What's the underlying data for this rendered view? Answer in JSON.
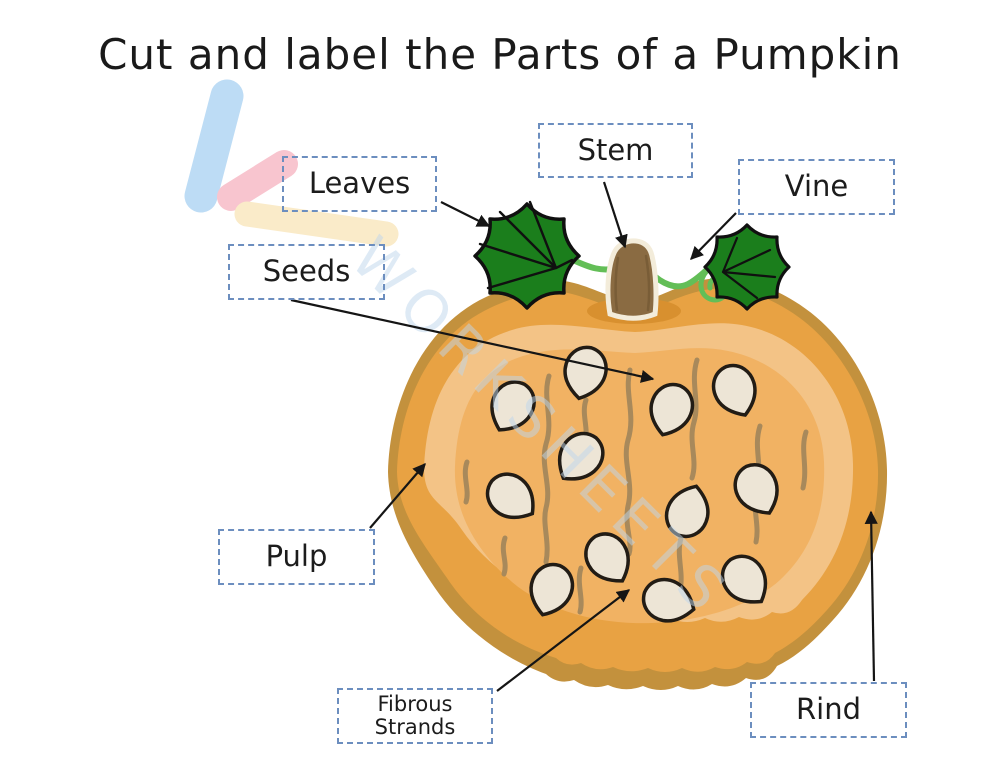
{
  "title": "Cut and label the Parts of a Pumpkin",
  "watermark": {
    "text": "WORKSHEETS"
  },
  "labels": {
    "stem": "Stem",
    "vine": "Vine",
    "leaves": "Leaves",
    "seeds": "Seeds",
    "pulp": "Pulp",
    "fibrous_strands": "Fibrous Strands",
    "rind": "Rind"
  },
  "diagram": {
    "subject": "pumpkin cross-section",
    "seed_count": 12,
    "parts_pointed_to": [
      "stem",
      "vine",
      "leaves",
      "seeds",
      "pulp",
      "fibrous strands",
      "rind"
    ]
  },
  "colors": {
    "page_bg": "#FFFFFF",
    "title_text": "#1A1A1A",
    "label_border": "#6C8EBF",
    "label_text": "#1C1C1C",
    "arrow": "#151515",
    "pumpkin_edge": "#C3913D",
    "pumpkin_rind": "#E8A243",
    "pumpkin_pulp": "#F3C386",
    "pumpkin_flesh": "#F1B263",
    "stem_base": "#D8902F",
    "stem": "#8A6B42",
    "stem_outline": "#F3ECDA",
    "leaf": "#1B7E1C",
    "leaf_outline": "#101010",
    "vine": "#63BE57",
    "seed_fill": "#EDE5D6",
    "seed_outline": "#221C15",
    "strand": "#A8895B",
    "watermark_blue": "#BFD7ED",
    "logo_blue": "#BDDCF5",
    "logo_pink": "#F8C5CF",
    "logo_yellow": "#FAEBC9"
  }
}
